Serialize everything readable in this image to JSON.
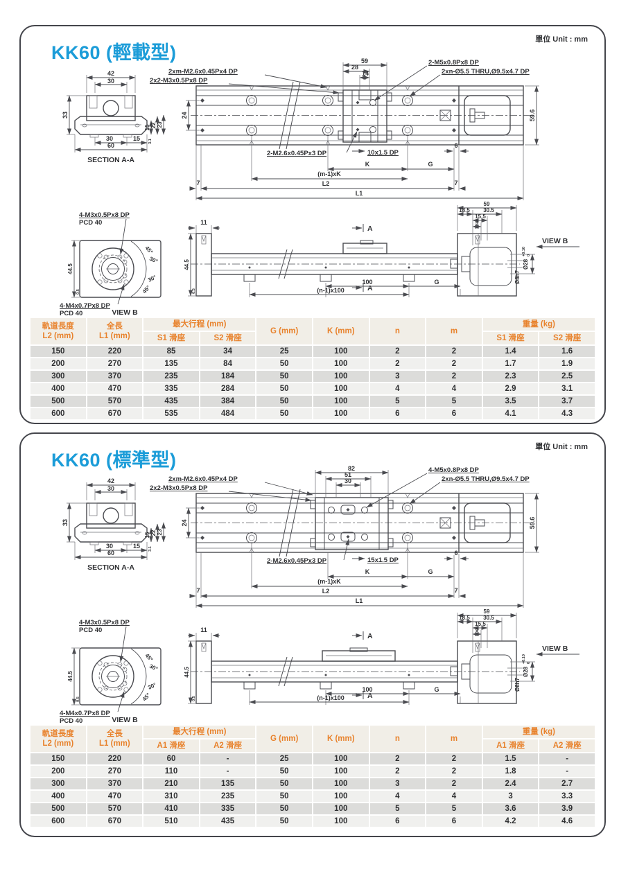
{
  "unit_label": "單位 Unit : mm",
  "sections": [
    {
      "title": "KK60 (輕載型)",
      "unit": "單位 Unit : mm",
      "drawing": {
        "plan": {
          "t1": "2xm-M2.6x0.45Px4 DP",
          "t2": "2x2-M3x0.5Px8 DP",
          "t3": "2-M5x0.8Px8 DP",
          "t4": "2xn-Ø5.5 THRU,Ø9.5x4.7 DP",
          "t5": "2-M2.6x0.45Px3 DP",
          "t6": "10x1.5 DP",
          "d_top1": "59",
          "d_top2": "28",
          "d_top3": "14",
          "d24": "24",
          "d6": "6",
          "d7l": "7",
          "d7r": "7",
          "dk": "K",
          "dg": "G",
          "dmk": "(m-1)xK",
          "dl2": "L2",
          "dl1": "L1",
          "dw": "59.6"
        },
        "saa": {
          "label": "SECTION A-A",
          "d42": "42",
          "d30t": "30",
          "d33": "33",
          "d15r": "15",
          "d22": "22",
          "d23": "23",
          "d30b": "30",
          "d15b": "15",
          "d31": "3.1",
          "d60": "60"
        },
        "vb": {
          "l1": "4-M3x0.5Px8 DP",
          "l1b": "PCD 40",
          "l2": "4-M4x0.7Px8 DP",
          "l2b": "PCD 40",
          "label": "VIEW B",
          "d445": "44.5",
          "d05": "0.5",
          "a45t": "45°",
          "a30t": "30°",
          "a30b": "30°",
          "a45b": "45°"
        },
        "side": {
          "d11": "11",
          "d445": "44.5",
          "d05": "0.5",
          "a": "A",
          "d100": "100",
          "dn100": "(n-1)x100",
          "dg": "G",
          "d59": "59",
          "d185": "18.5",
          "d305": "30.5",
          "d155": "15.5",
          "d9": "9",
          "d28": "Ø28",
          "d28t1": "+0.10",
          "d28t2": "0",
          "d8h7": "Ø8h7",
          "viewb": "VIEW B"
        }
      },
      "table": {
        "h_track1": "軌道長度",
        "h_track2": "L2 (mm)",
        "h_len1": "全長",
        "h_len2": "L1 (mm)",
        "h_stroke": "最大行程 (mm)",
        "h_s1": "S1 滑座",
        "h_s2": "S2 滑座",
        "h_g": "G (mm)",
        "h_k": "K (mm)",
        "h_n": "n",
        "h_m": "m",
        "h_weight": "重量 (kg)",
        "h_w1": "S1 滑座",
        "h_w2": "S2 滑座",
        "rows": [
          [
            "150",
            "220",
            "85",
            "34",
            "25",
            "100",
            "2",
            "2",
            "1.4",
            "1.6"
          ],
          [
            "200",
            "270",
            "135",
            "84",
            "50",
            "100",
            "2",
            "2",
            "1.7",
            "1.9"
          ],
          [
            "300",
            "370",
            "235",
            "184",
            "50",
            "100",
            "3",
            "2",
            "2.3",
            "2.5"
          ],
          [
            "400",
            "470",
            "335",
            "284",
            "50",
            "100",
            "4",
            "4",
            "2.9",
            "3.1"
          ],
          [
            "500",
            "570",
            "435",
            "384",
            "50",
            "100",
            "5",
            "5",
            "3.5",
            "3.7"
          ],
          [
            "600",
            "670",
            "535",
            "484",
            "50",
            "100",
            "6",
            "6",
            "4.1",
            "4.3"
          ]
        ]
      }
    },
    {
      "title": "KK60 (標準型)",
      "unit": "單位 Unit : mm",
      "drawing": {
        "plan": {
          "t1": "2xm-M2.6x0.45Px4 DP",
          "t2": "2x2-M3x0.5Px8 DP",
          "t3": "4-M5x0.8Px8 DP",
          "t4": "2xn-Ø5.5 THRU,Ø9.5x4.7 DP",
          "t5": "2-M2.6x0.45Px3 DP",
          "t6": "15x1.5 DP",
          "d_top1": "82",
          "d_top2": "51",
          "d_top3": "30",
          "d24": "24",
          "d6": "6",
          "d7l": "7",
          "d7r": "7",
          "dk": "K",
          "dg": "G",
          "dmk": "(m-1)xK",
          "dl2": "L2",
          "dl1": "L1",
          "dw": "59.6"
        },
        "saa": {
          "label": "SECTION A-A",
          "d42": "42",
          "d30t": "30",
          "d33": "33",
          "d15r": "15",
          "d22": "22",
          "d23": "23",
          "d30b": "30",
          "d15b": "15",
          "d31": "3.1",
          "d60": "60"
        },
        "vb": {
          "l1": "4-M3x0.5Px8 DP",
          "l1b": "PCD 40",
          "l2": "4-M4x0.7Px8 DP",
          "l2b": "PCD 40",
          "label": "VIEW B",
          "d445": "44.5",
          "d05": "0.5",
          "a45t": "45°",
          "a30t": "30°",
          "a30b": "30°",
          "a45b": "45°"
        },
        "side": {
          "d11": "11",
          "d445": "44.5",
          "d05": "0.5",
          "a": "A",
          "d100": "100",
          "dn100": "(n-1)x100",
          "dg": "G",
          "d59": "59",
          "d185": "18.5",
          "d305": "30.5",
          "d155": "15.5",
          "d9": "9",
          "d28": "Ø28",
          "d28t1": "+0.10",
          "d28t2": "0",
          "d8h7": "Ø8h7",
          "viewb": "VIEW B"
        }
      },
      "table": {
        "h_track1": "軌道長度",
        "h_track2": "L2 (mm)",
        "h_len1": "全長",
        "h_len2": "L1 (mm)",
        "h_stroke": "最大行程 (mm)",
        "h_s1": "A1 滑座",
        "h_s2": "A2 滑座",
        "h_g": "G (mm)",
        "h_k": "K (mm)",
        "h_n": "n",
        "h_m": "m",
        "h_weight": "重量 (kg)",
        "h_w1": "A1 滑座",
        "h_w2": "A2 滑座",
        "rows": [
          [
            "150",
            "220",
            "60",
            "-",
            "25",
            "100",
            "2",
            "2",
            "1.5",
            "-"
          ],
          [
            "200",
            "270",
            "110",
            "-",
            "50",
            "100",
            "2",
            "2",
            "1.8",
            "-"
          ],
          [
            "300",
            "370",
            "210",
            "135",
            "50",
            "100",
            "3",
            "2",
            "2.4",
            "2.7"
          ],
          [
            "400",
            "470",
            "310",
            "235",
            "50",
            "100",
            "4",
            "4",
            "3",
            "3.3"
          ],
          [
            "500",
            "570",
            "410",
            "335",
            "50",
            "100",
            "5",
            "5",
            "3.6",
            "3.9"
          ],
          [
            "600",
            "670",
            "510",
            "435",
            "50",
            "100",
            "6",
            "6",
            "4.2",
            "4.6"
          ]
        ]
      }
    }
  ]
}
